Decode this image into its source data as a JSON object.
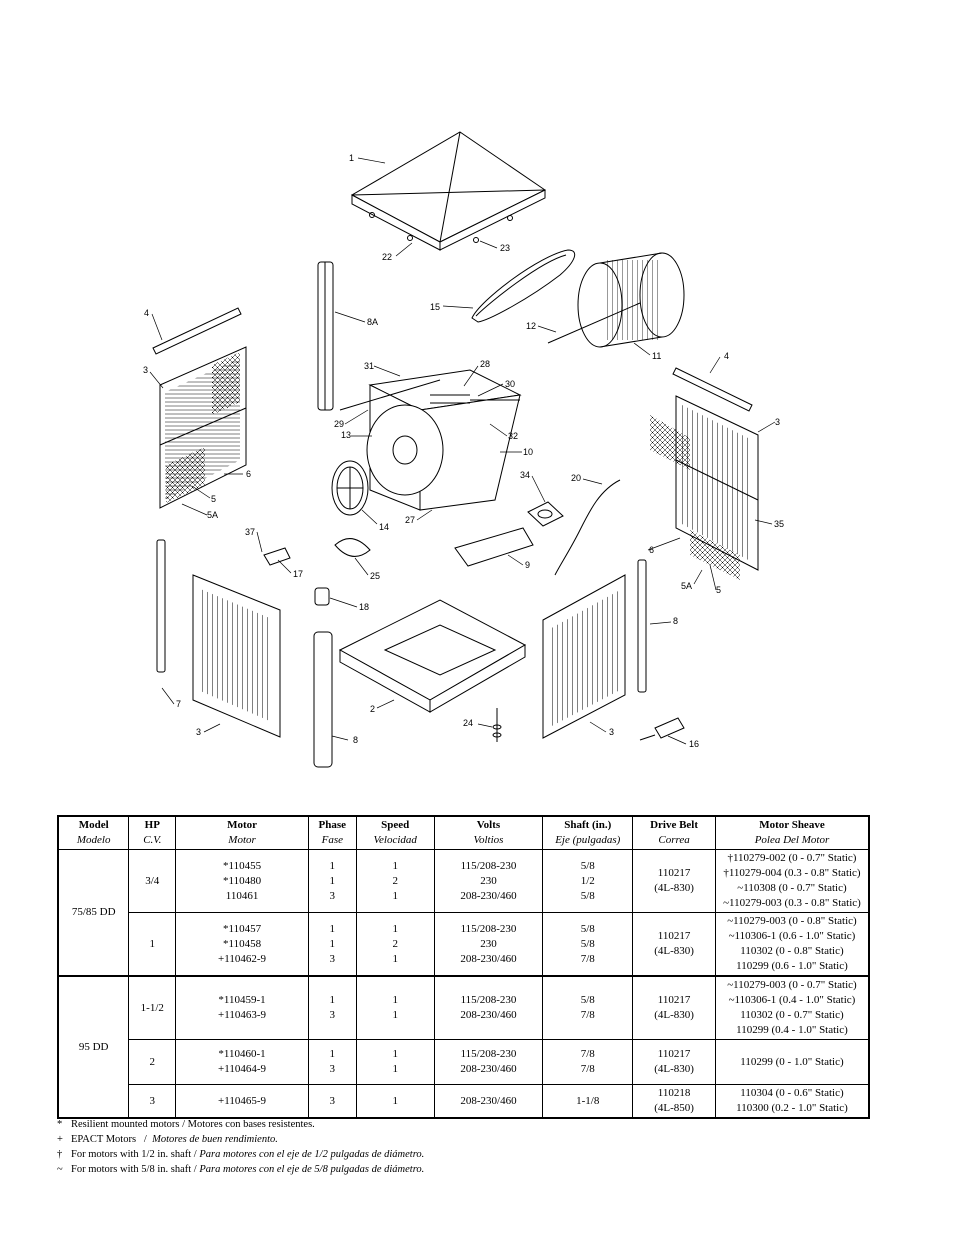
{
  "diagram": {
    "callouts": [
      "1",
      "22",
      "23",
      "15",
      "12",
      "11",
      "4",
      "8A",
      "31",
      "28",
      "30",
      "29",
      "13",
      "32",
      "10",
      "3",
      "6",
      "5",
      "5A",
      "34",
      "20",
      "14",
      "27",
      "37",
      "17",
      "25",
      "9",
      "35",
      "18",
      "7",
      "2",
      "24",
      "16",
      "8"
    ]
  },
  "table": {
    "headers": [
      {
        "en": "Model",
        "es": "Modelo"
      },
      {
        "en": "HP",
        "es": "C.V."
      },
      {
        "en": "Motor",
        "es": "Motor"
      },
      {
        "en": "Phase",
        "es": "Fase"
      },
      {
        "en": "Speed",
        "es": "Velocidad"
      },
      {
        "en": "Volts",
        "es": "Voltios"
      },
      {
        "en": "Shaft (in.)",
        "es": "Eje (pulgadas)"
      },
      {
        "en": "Drive Belt",
        "es": "Correa"
      },
      {
        "en": "Motor Sheave",
        "es": "Polea Del Motor"
      }
    ],
    "groups": [
      {
        "model": "75/85 DD",
        "rows": [
          {
            "hp": "3/4",
            "motor": [
              "*110455",
              "*110480",
              "110461"
            ],
            "phase": [
              "1",
              "1",
              "3"
            ],
            "speed": [
              "1",
              "2",
              "1"
            ],
            "volts": [
              "115/208-230",
              "230",
              "208-230/460"
            ],
            "shaft": [
              "5/8",
              "1/2",
              "5/8"
            ],
            "belt": [
              "110217",
              "(4L-830)"
            ],
            "sheave": [
              "†110279-002 (0 - 0.7\" Static)",
              "†110279-004 (0.3 - 0.8\" Static)",
              "~110308 (0 - 0.7\" Static)",
              "~110279-003 (0.3 - 0.8\" Static)"
            ]
          },
          {
            "hp": "1",
            "motor": [
              "*110457",
              "*110458",
              "+110462-9"
            ],
            "phase": [
              "1",
              "1",
              "3"
            ],
            "speed": [
              "1",
              "2",
              "1"
            ],
            "volts": [
              "115/208-230",
              "230",
              "208-230/460"
            ],
            "shaft": [
              "5/8",
              "5/8",
              "7/8"
            ],
            "belt": [
              "110217",
              "(4L-830)"
            ],
            "sheave": [
              "~110279-003 (0 - 0.8\" Static)",
              "~110306-1 (0.6 - 1.0\" Static)",
              "110302 (0 - 0.8\" Static)",
              "110299 (0.6 - 1.0\" Static)"
            ]
          }
        ]
      },
      {
        "model": "95 DD",
        "rows": [
          {
            "hp": "1-1/2",
            "motor": [
              "*110459-1",
              "+110463-9"
            ],
            "phase": [
              "1",
              "3"
            ],
            "speed": [
              "1",
              "1"
            ],
            "volts": [
              "115/208-230",
              "208-230/460"
            ],
            "shaft": [
              "5/8",
              "7/8"
            ],
            "belt": [
              "110217",
              "(4L-830)"
            ],
            "sheave": [
              "~110279-003 (0 - 0.7\" Static)",
              "~110306-1 (0.4 - 1.0\" Static)",
              "110302 (0 - 0.7\" Static)",
              "110299 (0.4 - 1.0\" Static)"
            ]
          },
          {
            "hp": "2",
            "motor": [
              "*110460-1",
              "+110464-9"
            ],
            "phase": [
              "1",
              "3"
            ],
            "speed": [
              "1",
              "1"
            ],
            "volts": [
              "115/208-230",
              "208-230/460"
            ],
            "shaft": [
              "7/8",
              "7/8"
            ],
            "belt": [
              "110217",
              "(4L-830)"
            ],
            "sheave": [
              "110299 (0 - 1.0\" Static)"
            ]
          },
          {
            "hp": "3",
            "motor": [
              "+110465-9"
            ],
            "phase": [
              "3"
            ],
            "speed": [
              "1"
            ],
            "volts": [
              "208-230/460"
            ],
            "shaft": [
              "1-1/8"
            ],
            "belt": [
              "110218",
              "(4L-850)"
            ],
            "sheave": [
              "110304 (0 - 0.6\" Static)",
              "110300 (0.2 - 1.0\" Static)"
            ]
          }
        ]
      }
    ]
  },
  "footnotes": [
    {
      "symbol": "*",
      "text": "Resilient mounted motors / Motores con bases resistentes.",
      "italic": ""
    },
    {
      "symbol": "+",
      "text": "EPACT Motors   /  ",
      "italic": "Motores de buen rendimiento."
    },
    {
      "symbol": "†",
      "text": "For motors with 1/2 in. shaft / ",
      "italic": "Para motores con el eje de 1/2 pulgadas de diámetro."
    },
    {
      "symbol": "~",
      "text": "For motors with 5/8 in. shaft / ",
      "italic": "Para motores con el eje de 5/8 pulgadas de diámetro."
    }
  ]
}
